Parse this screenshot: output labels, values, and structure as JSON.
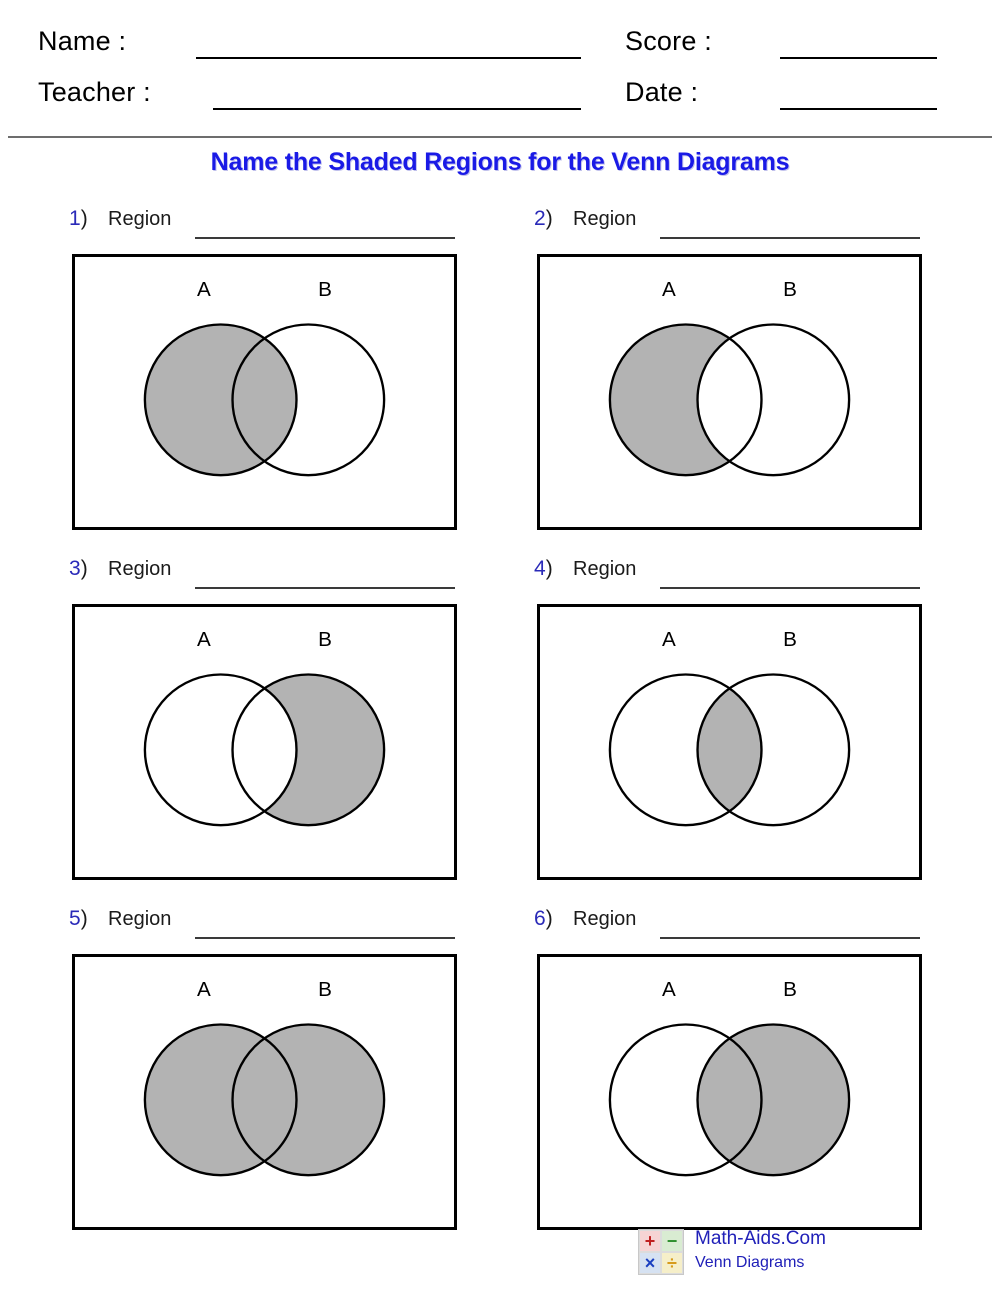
{
  "header": {
    "name_label": "Name :",
    "teacher_label": "Teacher :",
    "score_label": "Score :",
    "date_label": "Date :",
    "name_value": "",
    "teacher_value": "",
    "score_value": "",
    "date_value": ""
  },
  "title": "Name the Shaded Regions for the Venn Diagrams",
  "colors": {
    "title_blue": "#1a1ae6",
    "number_blue": "#2a2ab8",
    "shade_gray": "#b3b3b3",
    "outline_black": "#000000",
    "logo_blue": "#2020b8"
  },
  "problems": [
    {
      "number": "1",
      "paren": ")",
      "label": "Region",
      "answer": "",
      "set_a_label": "A",
      "set_b_label": "B",
      "shaded": "A",
      "shaded_description": "Circle A fully shaded including intersection"
    },
    {
      "number": "2",
      "paren": ")",
      "label": "Region",
      "answer": "",
      "set_a_label": "A",
      "set_b_label": "B",
      "shaded": "A-only",
      "shaded_description": "A minus B, intersection unshaded"
    },
    {
      "number": "3",
      "paren": ")",
      "label": "Region",
      "answer": "",
      "set_a_label": "A",
      "set_b_label": "B",
      "shaded": "B-only",
      "shaded_description": "B minus A, intersection unshaded"
    },
    {
      "number": "4",
      "paren": ")",
      "label": "Region",
      "answer": "",
      "set_a_label": "A",
      "set_b_label": "B",
      "shaded": "intersection",
      "shaded_description": "Only the intersection A and B shaded"
    },
    {
      "number": "5",
      "paren": ")",
      "label": "Region",
      "answer": "",
      "set_a_label": "A",
      "set_b_label": "B",
      "shaded": "union",
      "shaded_description": "Both circles fully shaded"
    },
    {
      "number": "6",
      "paren": ")",
      "label": "Region",
      "answer": "",
      "set_a_label": "A",
      "set_b_label": "B",
      "shaded": "B",
      "shaded_description": "Circle B fully shaded including intersection"
    }
  ],
  "footer": {
    "brand": "Math-Aids.Com",
    "subtitle": "Venn Diagrams",
    "logo_symbols": [
      "+",
      "−",
      "×",
      "÷"
    ]
  }
}
